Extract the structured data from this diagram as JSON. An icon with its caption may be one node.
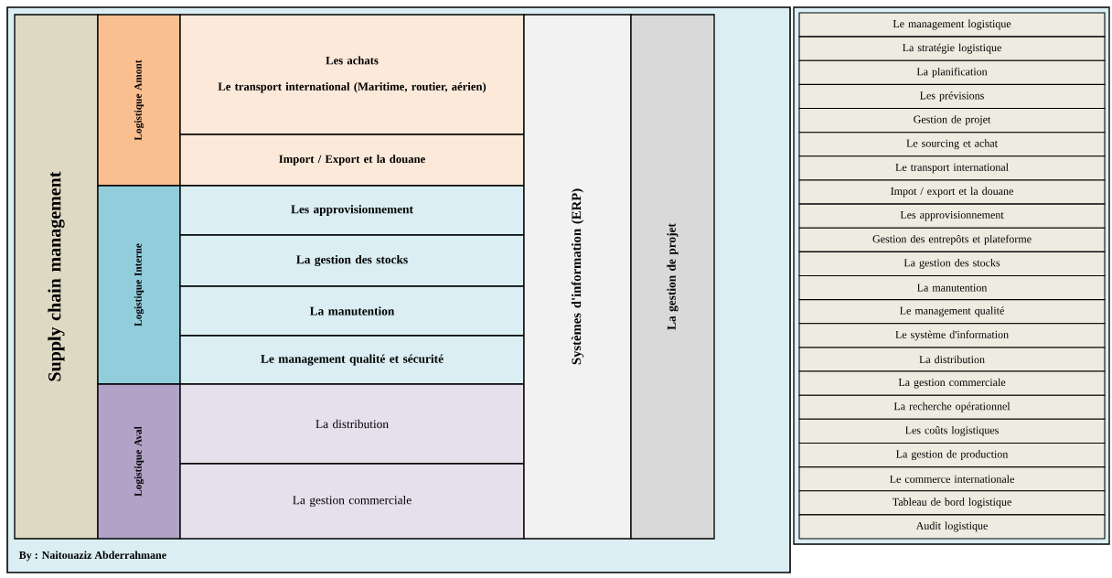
{
  "diagram": {
    "nodes": [
      {
        "text": [
          "Supply chain management"
        ]
      },
      {
        "text": [
          "Logistique Amont"
        ]
      },
      {
        "text": [
          "Les achats",
          "Le transport international (Maritime, routier, aérien)"
        ]
      },
      {
        "text": [
          "Import / Export et la douane"
        ]
      },
      {
        "text": [
          "Logistique Interne"
        ]
      },
      {
        "text": [
          "Les approvisionnement"
        ]
      },
      {
        "text": [
          "La gestion des stocks"
        ]
      },
      {
        "text": [
          "La manutention"
        ]
      },
      {
        "text": [
          "Le management qualité et sécurité"
        ]
      },
      {
        "text": [
          "Logistique Aval"
        ]
      },
      {
        "text": [
          "La distribution"
        ]
      },
      {
        "text": [
          "La gestion commerciale"
        ]
      },
      {
        "text": [
          "Systèmes d'information (ERP)"
        ]
      },
      {
        "text": [
          "La gestion de projet"
        ]
      },
      {
        "text": [
          "Le management logistique"
        ]
      },
      {
        "text": [
          "La stratégie logistique"
        ]
      },
      {
        "text": [
          "La planification"
        ]
      },
      {
        "text": [
          "Les prévisions"
        ]
      },
      {
        "text": [
          "Gestion de projet"
        ]
      },
      {
        "text": [
          "Le sourcing et achat"
        ]
      },
      {
        "text": [
          "Le transport international"
        ]
      },
      {
        "text": [
          "Impot / export et la douane"
        ]
      },
      {
        "text": [
          "Les approvisionnement"
        ]
      },
      {
        "text": [
          "Gestion des entrepôts et plateforme"
        ]
      },
      {
        "text": [
          "La gestion des stocks"
        ]
      },
      {
        "text": [
          "La manutention"
        ]
      },
      {
        "text": [
          "Le management qualité"
        ]
      },
      {
        "text": [
          "Le système d'information"
        ]
      },
      {
        "text": [
          "La distribution"
        ]
      },
      {
        "text": [
          "La gestion commerciale"
        ]
      },
      {
        "text": [
          "La recherche opérationnel"
        ]
      },
      {
        "text": [
          "Les coûts logistiques"
        ]
      },
      {
        "text": [
          "La gestion de production"
        ]
      },
      {
        "text": [
          "Le commerce internationale"
        ]
      },
      {
        "text": [
          "Tableau de bord logistique"
        ]
      },
      {
        "text": [
          "Audit logistique"
        ]
      }
    ],
    "labels": [
      "By : Naitouaziz Abderrahmane"
    ]
  }
}
